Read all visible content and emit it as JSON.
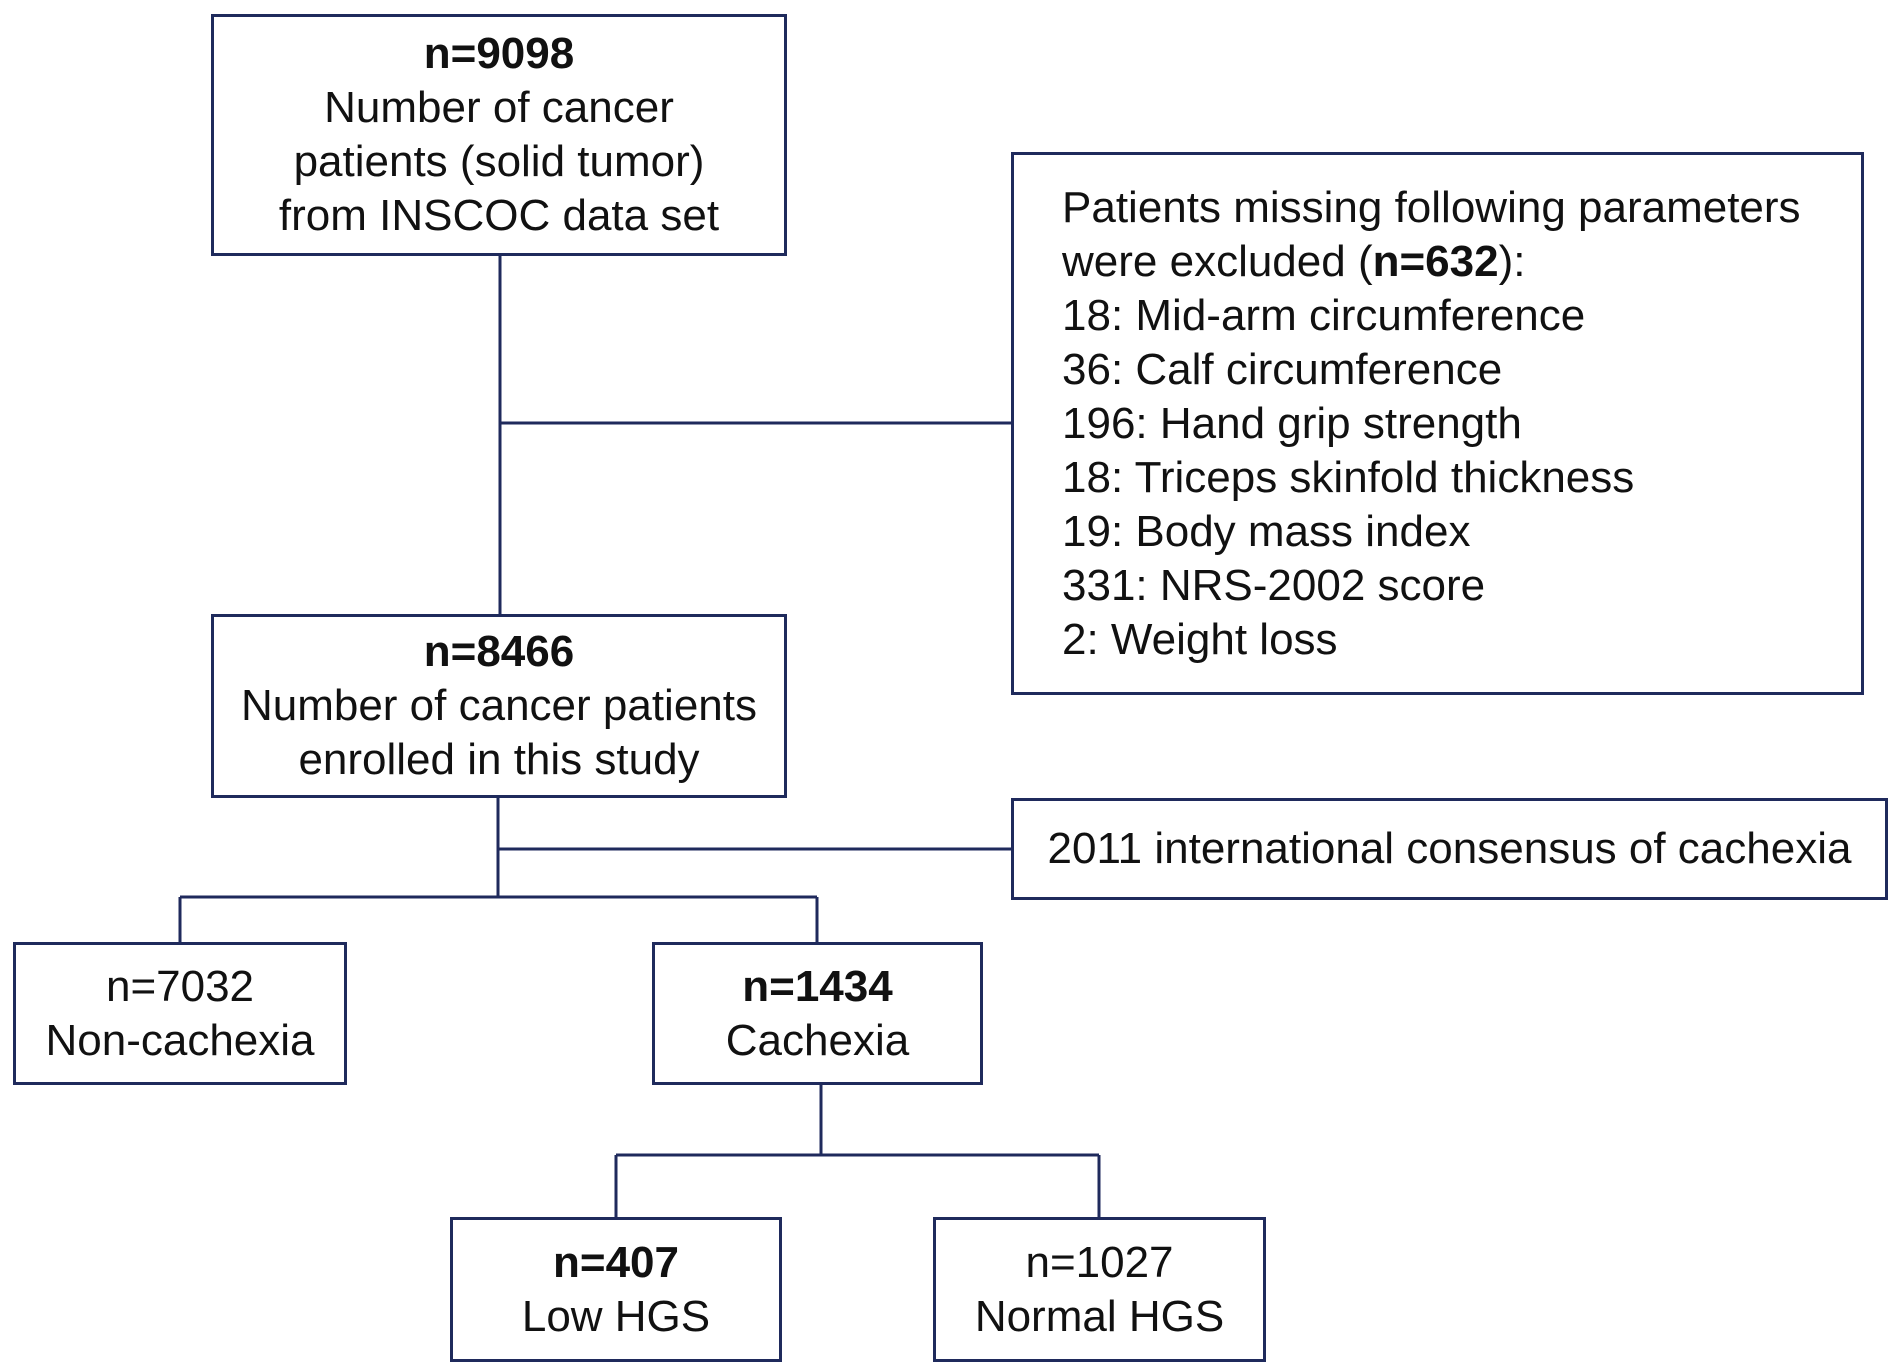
{
  "colors": {
    "line": "#1f2a5c",
    "text": "#111111",
    "background": "#ffffff"
  },
  "nodes": {
    "total": {
      "n": "n=9098",
      "lines": [
        "Number of cancer",
        "patients (solid tumor)",
        "from INSCOC data set"
      ]
    },
    "excluded": {
      "intro_1": "Patients missing following parameters",
      "intro_2_prefix": "were excluded (",
      "intro_2_count": "n=632",
      "intro_2_suffix": "):",
      "items": [
        "18: Mid-arm circumference",
        "36: Calf circumference",
        "196: Hand grip strength",
        "18: Triceps skinfold thickness",
        "19: Body mass index",
        "331: NRS-2002 score",
        "2: Weight  loss"
      ]
    },
    "enrolled": {
      "n": "n=8466",
      "lines": [
        "Number of cancer patients",
        "enrolled in this study"
      ]
    },
    "criteria": {
      "label": "2011 international consensus of cachexia"
    },
    "non_cachexia": {
      "n": "n=7032",
      "label": "Non-cachexia"
    },
    "cachexia": {
      "n": "n=1434",
      "label": "Cachexia"
    },
    "low_hgs": {
      "n": "n=407",
      "label": "Low HGS"
    },
    "normal_hgs": {
      "n": "n=1027",
      "label": "Normal HGS"
    }
  }
}
